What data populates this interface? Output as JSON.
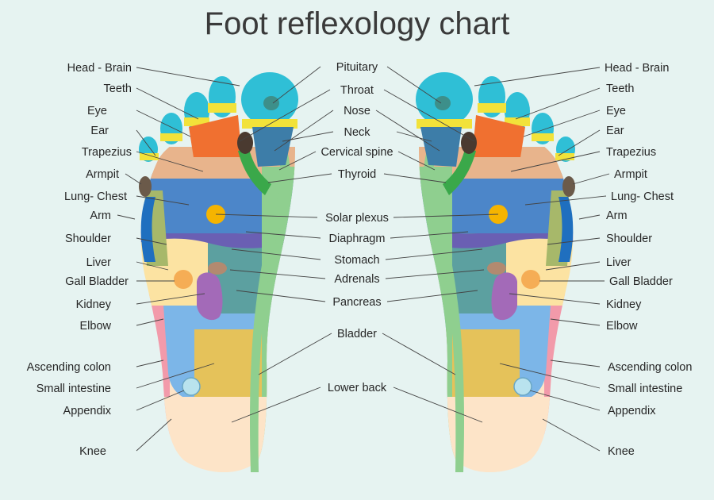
{
  "title": "Foot reflexology chart",
  "labels": {
    "head_brain": "Head - Brain",
    "teeth": "Teeth",
    "eye": "Eye",
    "ear": "Ear",
    "trapezius": "Trapezius",
    "armpit": "Armpit",
    "lung_chest": "Lung- Chest",
    "arm": "Arm",
    "shoulder": "Shoulder",
    "liver": "Liver",
    "gall_bladder": "Gall Bladder",
    "kidney": "Kidney",
    "elbow": "Elbow",
    "ascending_colon": "Ascending colon",
    "small_intestine": "Small intestine",
    "appendix": "Appendix",
    "knee": "Knee",
    "pituitary": "Pituitary",
    "throat": "Throat",
    "nose": "Nose",
    "neck": "Neck",
    "cervical_spine": "Cervical spine",
    "thyroid": "Thyroid",
    "solar_plexus": "Solar plexus",
    "diaphragm": "Diaphragm",
    "stomach": "Stomach",
    "adrenals": "Adrenals",
    "pancreas": "Pancreas",
    "bladder": "Bladder",
    "lower_back": "Lower back"
  },
  "zone_colors": {
    "head_brain": "#2fbfd6",
    "teeth_band": "#f2e23a",
    "throat": "#f07030",
    "neck": "#3d7da8",
    "trapezius": "#e8b48c",
    "lung_chest": "#4c86c9",
    "diaphragm": "#6a5fb3",
    "shoulder": "#fce3a2",
    "stomach": "#5ca0a0",
    "kidney": "#a36ab8",
    "gall_bladder": "#f5ad55",
    "small_intestine": "#7cb6e8",
    "bladder": "#e5c25a",
    "elbow": "#f29aaa",
    "heel": "#fde4c8",
    "spine": "#8fcf8f",
    "thyroid": "#3aa84a",
    "arm": "#a7b86a",
    "arm_edge": "#1f6fbf",
    "armpit": "#6b5a4a",
    "solar_plexus": "#f5b400",
    "adrenals": "#b28a70",
    "appendix": "#b9e3ee"
  }
}
